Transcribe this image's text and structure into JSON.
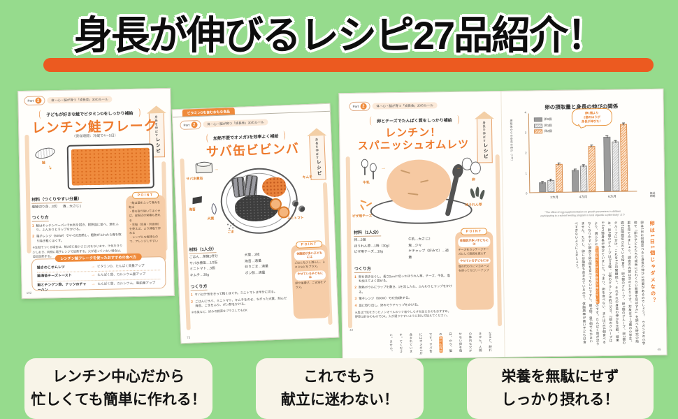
{
  "header": {
    "title": "身長が伸びるレシピ27品紹介！"
  },
  "icons": {
    "arrow": "→",
    "arrow_down": "↘",
    "arrow_up": "↗"
  },
  "shared": {
    "part_label": "Part",
    "part_number": "2",
    "part_rule": "体・心・脳が育つ「成長食」30のルール",
    "tab_small": "身長を伸ばす",
    "tab_big": "レシピ",
    "point_label": "POINT",
    "materials_heading_single": "材料（1人分）",
    "steps_heading": "つくり方"
  },
  "page_left": {
    "catch": "子どもが好きな鮭でビタミンDをしっかり補給",
    "title": "レンチン鮭フレーク",
    "storage": "（保存期間：冷蔵で4〜5日）",
    "illust_label": "鮭",
    "materials_heading": "材料（つくりやすい分量）",
    "materials": [
      "塩鮭切り身…3切",
      "酒…大さじ1"
    ],
    "steps": [
      "鮭はキッチンペーパーで水気を拭き、耐熱皿に並べ、酒をふり、ふんわりとラップをかける。",
      "電子レンジ（600W）で4〜5分加熱し、粗熱がとれたら骨を取り除き粗くほぐす。"
    ],
    "note": "※生鮭でつくる場合は、鮭2切に塩小さじ1/2をなじませ、汁気をきり少しおき、同様に電子レンジで加熱する。火が通っていない場合は、追加加熱する。",
    "point_items": [
      "鮭は酒をふって臭みを取る",
      "骨を取り除いてほぐせば、皮周辺の栄養も摂れる",
      "生鮭（切身・刺身用）を使えば、より減塩で作れる",
      "シンプルな塩味なので、アレンジしやすい"
    ],
    "recommend_banner": "レンチン鮭フレークを使ったおすすめの食べ方",
    "recommend": [
      {
        "name": "鮭きのこオムレツ",
        "benefit": "ビタミンD、たんぱく質量アップ"
      },
      {
        "name": "鮭海苔チーズトースト",
        "benefit": "たんぱく質、カルシウム量アップ"
      },
      {
        "name": "鮭とチンゲン菜、ナッツのチャーハン",
        "benefit": "たんぱく質、カルシウム、亜鉛量アップ"
      }
    ],
    "page_number": "102"
  },
  "page_middle": {
    "tag": "ビタミンDを含むおもな食品",
    "catch": "加熱不要でオメガ3を効率よく補給",
    "title": "サバ缶ビビンバ",
    "labels": [
      "サバ水煮缶",
      "キムチ",
      "海苔",
      "大葉",
      "ごま",
      "ミニトマト"
    ],
    "materials_col1": [
      "ごはん…茶碗1杯分",
      "サバ水煮缶…1/2缶",
      "ミニトマト…3個",
      "キムチ…30g"
    ],
    "materials_col2": [
      "大葉…2枚",
      "海苔…適量",
      "炒りごま…適量",
      "ポン酢…適量"
    ],
    "steps": [
      "サバは汁気をきって粗くほぐす。ミニトマトは半分に切る。",
      "ごはんにサバ、ミニトマト、キムチをのせ、ちぎった大葉、刻んだ海苔、ごまをふり、ポン酢をかける。"
    ],
    "note": "※水菜など、好みの野菜をプラスしてもOK",
    "point_pills": [
      {
        "label": "体脂肪が多い子どもには",
        "text": "ごはんを少し減らし、レタスなどをプラス。"
      },
      {
        "label": "やせている子どもには",
        "text": "卵や油揚げ、ごま油をプラス。"
      }
    ],
    "page_number": "75"
  },
  "spread_right": {
    "recipe": {
      "catch": "卵とチーズでたんぱく質をしっかり補給",
      "title_line1": "レンチン！",
      "title_line2": "スパニッシュオムレツ",
      "labels": [
        "牛乳",
        "卵",
        "ピザ用チーズ",
        "ほうれん草"
      ],
      "materials_col1": [
        "卵…2個",
        "ほうれん草…1株（30g）",
        "ピザ用チーズ…10g"
      ],
      "materials_col2": [
        "牛乳…大さじ2",
        "塩…少々",
        "ケチャップ（好みで）…適量"
      ],
      "steps": [
        "卵を溶きほぐし、長さ2cmに切ったほうれん草、チーズ、牛乳、塩を加えてよく混ぜる。",
        "耐熱ボウルにラップを敷き、1を流し入れ、ふんわりとラップをかける。",
        "電子レンジ（600W）で3分加熱する。",
        "皿に取り出し、好みでケチャップをかける。"
      ],
      "note": "※具は汁気をきったノンオイルのツナ缶やしらすを加えるのもおすすめ。野菜は好みのものでOK。火が通りやすいように刻んで加えてください。",
      "point_pills": [
        {
          "label": "体脂肪が多い子どもには",
          "text": "チーズをカッテージチーズにして脂質を減らす"
        },
        {
          "label": "やせている子どもには",
          "text": "塩の代わりにマヨネーズを使ってカロリーアップ"
        }
      ],
      "page_number": "48",
      "strip_pre": "なると、肥れません。人間の体内も欠かせない卵を毎日、から、脳の",
      "strip_highlight": "塩にも有効",
      "strip_post": "です。サバ缶にはオメガ3が含まれています。てください。ません。"
    },
    "article": {
      "heading": "卵は1日1個じゃダメなの？",
      "body_pre": "卵は1日に何個食べると身長の伸びに効果があるのでしょう？　ウガンダの小学校で「卵が子どもたちの成長にどれくらい影響を及ぼすか」を調べた研究の結果を見てみましょう。調査の内容は次のとおりです。対象は6〜9歳の小学生。週5日間提供されている給食で、卵0個のグループ、卵1個のグループ、卵2個のグループに分け、これを6カ月間継続し、それぞれの身長の伸びを比較。結果は、卵0個のグループは2cm弱、1個のグループは約2.5cm、2個のグループは3.5cm弱身長が伸びていました。つまり、卵を食べない、または1日1個食べるより、明らかに",
      "highlight": "卵2個食べたほうが身長が伸びていた",
      "body_post": "のです。たんぱく質が足りなくなりやすい朝食で卵2個を食べてもいいですし、朝1個、昼1個でもかまいません。ただし、卵には脂質も含まれているので、体脂肪率が高い子どもは食べすぎないようにしましょう。",
      "page_number": "49"
    }
  },
  "benefits": [
    {
      "line1": "レンチン中心だから",
      "line2": "忙しくても簡単に作れる！"
    },
    {
      "line1": "これでもう",
      "line2": "献立に迷わない！"
    },
    {
      "line1": "栄養を無駄にせず",
      "line2": "しっかり摂れる！"
    }
  ],
  "chart_data": {
    "type": "bar",
    "title": "卵の摂取量と身長の伸びの関係",
    "categories": [
      "2カ月",
      "4カ月",
      "6カ月"
    ],
    "series": [
      {
        "name": "卵0個",
        "values": [
          0.5,
          1.1,
          2.75
        ]
      },
      {
        "name": "卵1個",
        "values": [
          0.6,
          1.3,
          2.5
        ]
      },
      {
        "name": "卵2個",
        "values": [
          1.4,
          2.3,
          3.4
        ]
      }
    ],
    "ylabel": "摂取後からの身長の伸び（cm）",
    "xlabel": "経過\n期間",
    "xlabel_lines": [
      "経過",
      "期間"
    ],
    "ylim": [
      0,
      4
    ],
    "yticks": [
      0,
      1,
      2,
      3,
      4
    ],
    "grid": false,
    "legend_position": "upper left",
    "annotation": "卵1個より2個のほうが身長が伸びた！",
    "annotation_lines": [
      "卵1個より",
      "2個のほうが",
      "身長が伸びた！"
    ],
    "caption_lines": [
      "“The effect of egg supplementation on growth parameters in children",
      "participating in a school feeding program in rural Uganda: a pilot study” より"
    ]
  }
}
